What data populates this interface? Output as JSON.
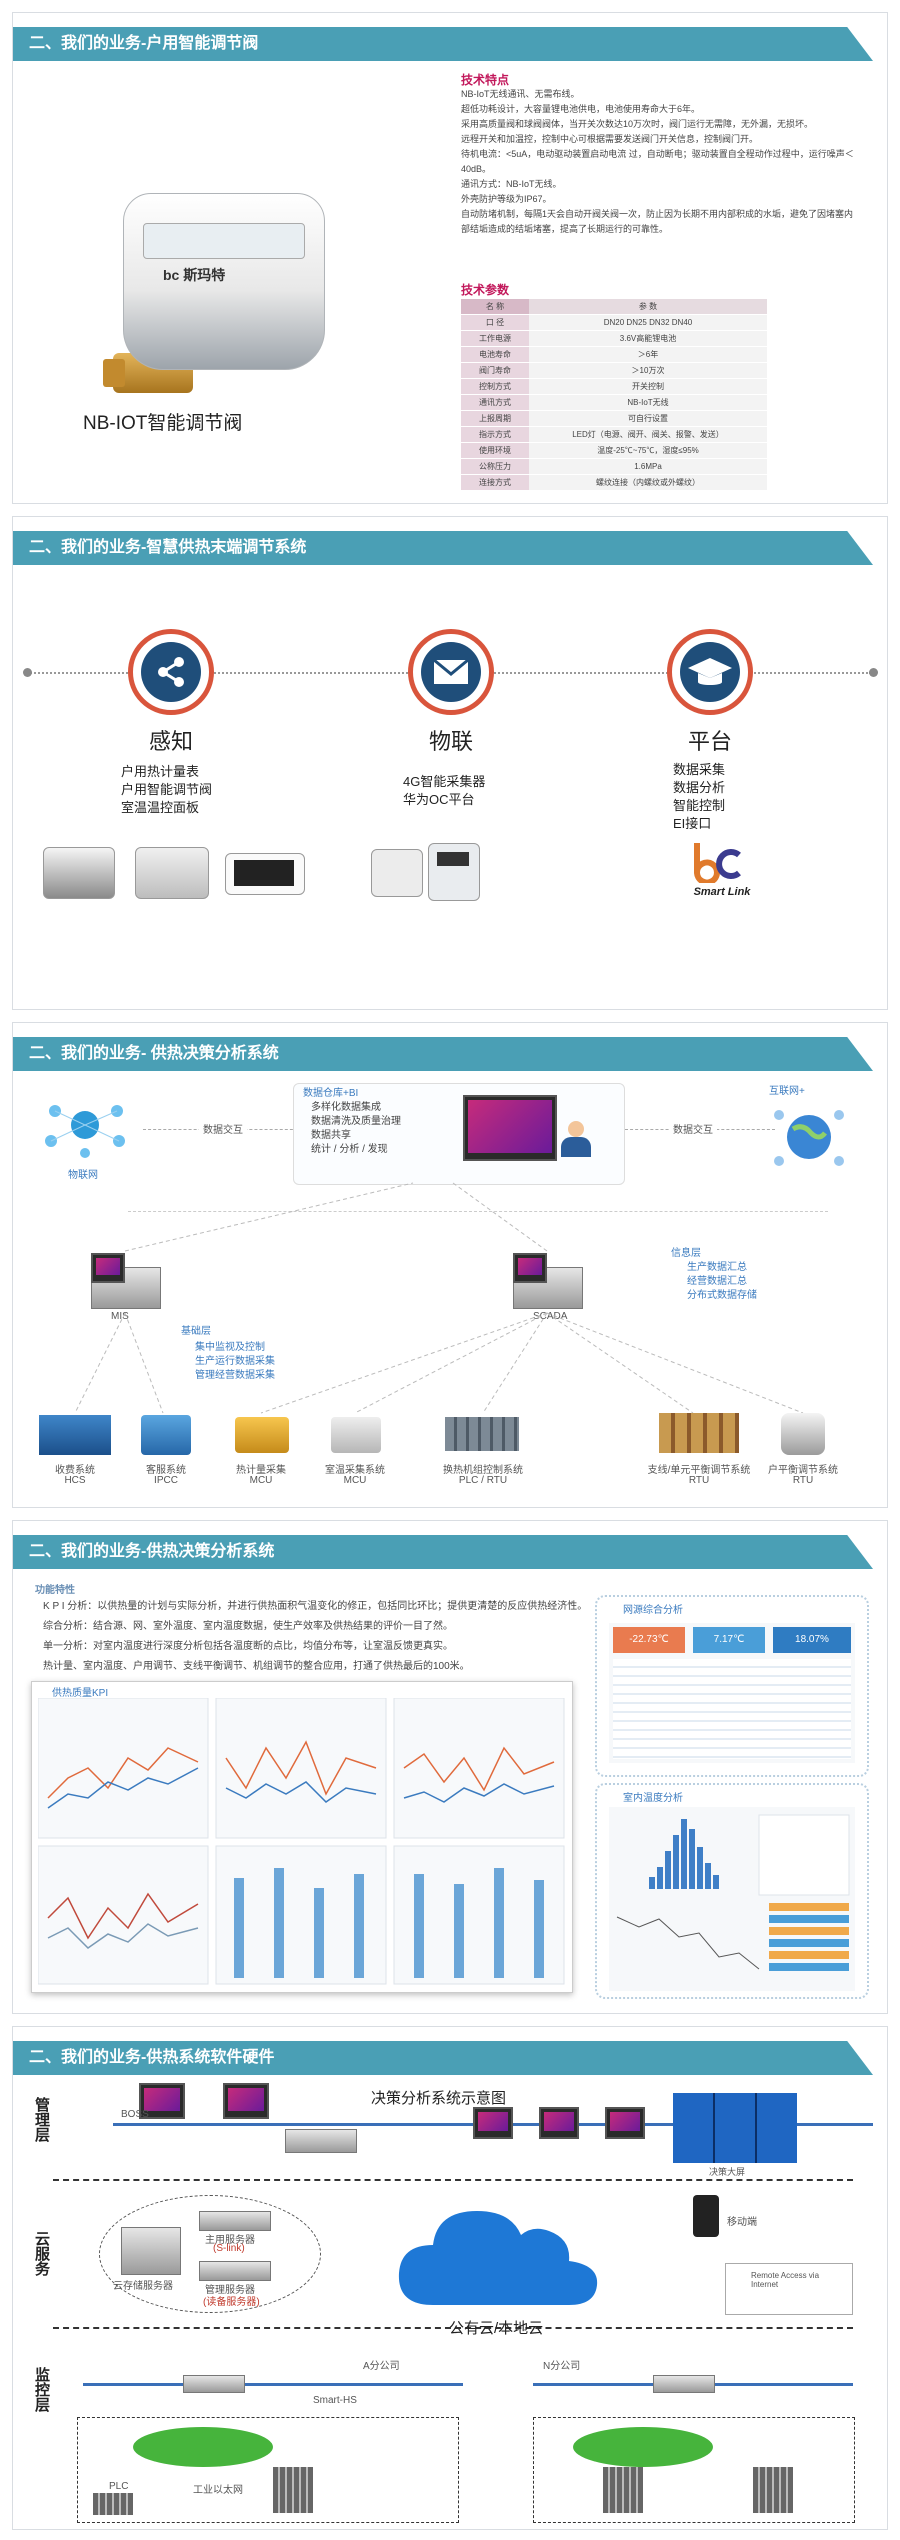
{
  "panel1": {
    "title": "二、我们的业务-户用智能调节阀",
    "product_caption": "NB-IOT智能调节阀",
    "valve_brand": "bc 斯玛特",
    "features_heading": "技术特点",
    "features": [
      "NB-IoT无线通讯、无需布线。",
      "超低功耗设计，大容量锂电池供电，电池使用寿命大于6年。",
      "采用高质量阀和球阀阀体，当开关次数达10万次时，阀门运行无需障，无外漏，无损坏。",
      "远程开关和加温控，控制中心可根据需要发送阀门开关信息，控制阀门开。",
      "待机电流：<5uA，电动驱动装置启动电流 过，自动断电；驱动装置自全程动作过程中，运行噪声＜40dB。",
      "通讯方式：NB-IoT无线。",
      "外壳防护等级为IP67。",
      "自动防堵机制，每隔1天会自动开阀关阀一次，防止因为长期不用内部积成的水垢，避免了因堵塞内部结垢造成的结垢堵塞，提高了长期运行的可靠性。"
    ],
    "params_heading": "技术参数",
    "spec_header": [
      "名 称",
      "参 数"
    ],
    "spec_rows": [
      [
        "口 径",
        "DN20    DN25    DN32    DN40"
      ],
      [
        "工作电源",
        "3.6V高能锂电池"
      ],
      [
        "电池寿命",
        "＞6年"
      ],
      [
        "阀门寿命",
        "＞10万次"
      ],
      [
        "控制方式",
        "开关控制"
      ],
      [
        "通讯方式",
        "NB-IoT无线"
      ],
      [
        "上报周期",
        "可自行设置"
      ],
      [
        "指示方式",
        "LED灯（电源、阀开、阀关、报警、发送）"
      ],
      [
        "使用环境",
        "温度-25℃~75℃，湿度≤95%"
      ],
      [
        "公称压力",
        "1.6MPa"
      ],
      [
        "连接方式",
        "螺纹连接（内螺纹或外螺纹）"
      ]
    ]
  },
  "panel2": {
    "title": "二、我们的业务-智慧供热末端调节系统",
    "columns": [
      {
        "icon": "share-icon",
        "label": "感知",
        "items": [
          "户用热计量表",
          "户用智能调节阀",
          "室温温控面板"
        ]
      },
      {
        "icon": "mail-icon",
        "label": "物联",
        "items": [
          "4G智能采集器",
          "华为OC平台"
        ]
      },
      {
        "icon": "graduation-cap-icon",
        "label": "平台",
        "items": [
          "数据采集",
          "数据分析",
          "智能控制",
          "EI接口"
        ]
      }
    ],
    "logo_text": "Smart Link"
  },
  "panel3": {
    "title": "二、我们的业务- 供热决策分析系统",
    "iot_label": "物联网",
    "data_exchange_left": "数据交互",
    "data_exchange_right": "数据交互",
    "internet_label": "互联网+",
    "data_center_title": "数据仓库+BI",
    "data_center_items": [
      "多样化数据集成",
      "数据清洗及质量治理",
      "数据共享",
      "统计 / 分析 / 发现"
    ],
    "mis_label": "MIS",
    "scada_label": "SCADA",
    "info_layer_title": "信息层",
    "info_layer_items": [
      "生产数据汇总",
      "经营数据汇总",
      "分布式数据存储"
    ],
    "base_layer_title": "基础层",
    "base_layer_items": [
      "集中监视及控制",
      "生产运行数据采集",
      "管理经营数据采集"
    ],
    "nodes": [
      {
        "name": "收费系统",
        "sub": "HCS"
      },
      {
        "name": "客服系统",
        "sub": "IPCC"
      },
      {
        "name": "热计量采集",
        "sub": "MCU"
      },
      {
        "name": "室温采集系统",
        "sub": "MCU"
      },
      {
        "name": "换热机组控制系统",
        "sub": "PLC / RTU"
      },
      {
        "name": "支线/单元平衡调节系统",
        "sub": "RTU"
      },
      {
        "name": "户平衡调节系统",
        "sub": "RTU"
      }
    ]
  },
  "panel4": {
    "title": "二、我们的业务-供热决策分析系统",
    "features_heading": "功能特性",
    "lines": [
      "K P I 分析：以供热量的计划与实际分析，并进行供热面积气温变化的修正，包括同比环比；提供更清楚的反应供热经济性。",
      "综合分析：结合源、网、室外温度、室内温度数据，使生产效率及供热结果的评价一目了然。",
      "单一分析：对室内温度进行深度分析包括各温度断的点比，均值分布等，让室温反馈更真实。",
      "热计量、室内温度、户用调节、支线平衡调节、机组调节的整合应用，打通了供热最后的100米。"
    ],
    "kpi_label": "供热质量KPI",
    "network_label": "网源综合分析",
    "indoor_label": "室内温度分析",
    "kpi_values": [
      "-22.73℃",
      "7.17℃",
      "18.07%"
    ]
  },
  "panel5": {
    "title": "二、我们的业务-供热系统软件硬件",
    "diagram_title": "决策分析系统示意图",
    "layer_mgmt": "管理层",
    "layer_cloud": "云服务",
    "layer_monitor": "监控层",
    "cloud_label": "公有云/本地云",
    "bos_label": "BOSS",
    "main_server": "主用服务器",
    "main_server_sub": "(S-link)",
    "backup_server": "管理服务器",
    "backup_server_sub": "(读备服务器)",
    "cloud_storage": "云存储服务器",
    "mobile_label": "移动端",
    "remote_label": "Remote Access via Internet",
    "big_screen": "决策大屏",
    "station_a": "A分公司",
    "station_b": "N分公司",
    "smart_hs": "Smart-HS",
    "industrial_net": "工业以太网",
    "plc": "PLC"
  }
}
